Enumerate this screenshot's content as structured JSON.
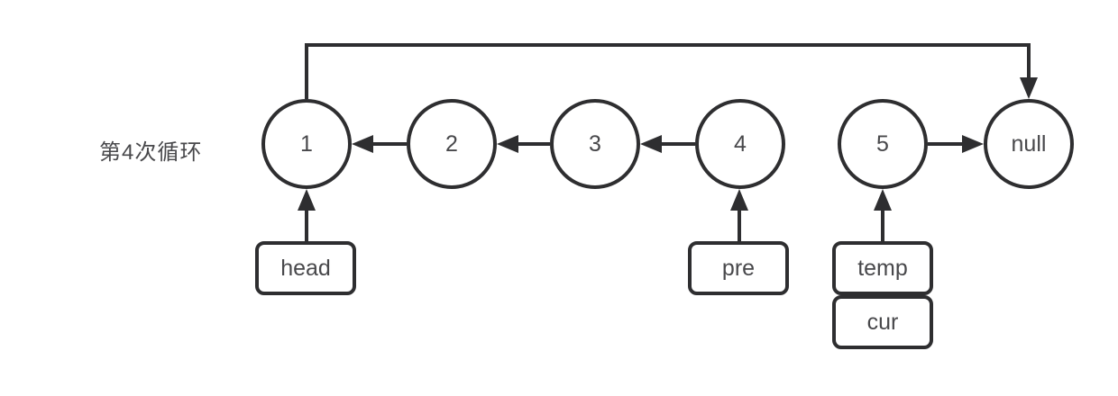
{
  "caption": "第4次循环",
  "nodes": [
    {
      "id": "1",
      "label": "1"
    },
    {
      "id": "2",
      "label": "2"
    },
    {
      "id": "3",
      "label": "3"
    },
    {
      "id": "4",
      "label": "4"
    },
    {
      "id": "5",
      "label": "5"
    },
    {
      "id": "null",
      "label": "null"
    }
  ],
  "pointers": [
    {
      "id": "head",
      "label": "head",
      "points_to": "1"
    },
    {
      "id": "pre",
      "label": "pre",
      "points_to": "4"
    },
    {
      "id": "temp",
      "label": "temp",
      "points_to": "5"
    },
    {
      "id": "cur",
      "label": "cur"
    }
  ],
  "edges": [
    {
      "from": "2",
      "to": "1",
      "direction": "left"
    },
    {
      "from": "3",
      "to": "2",
      "direction": "left"
    },
    {
      "from": "4",
      "to": "3",
      "direction": "left"
    },
    {
      "from": "5",
      "to": "null",
      "direction": "right"
    },
    {
      "from": "1",
      "to": "null",
      "route": "top"
    },
    {
      "from": "head",
      "to": "1",
      "direction": "up"
    },
    {
      "from": "pre",
      "to": "4",
      "direction": "up"
    },
    {
      "from": "temp",
      "to": "5",
      "direction": "up"
    }
  ],
  "colors": {
    "stroke": "#2e2e30",
    "text": "#48484b",
    "background": "#ffffff"
  }
}
